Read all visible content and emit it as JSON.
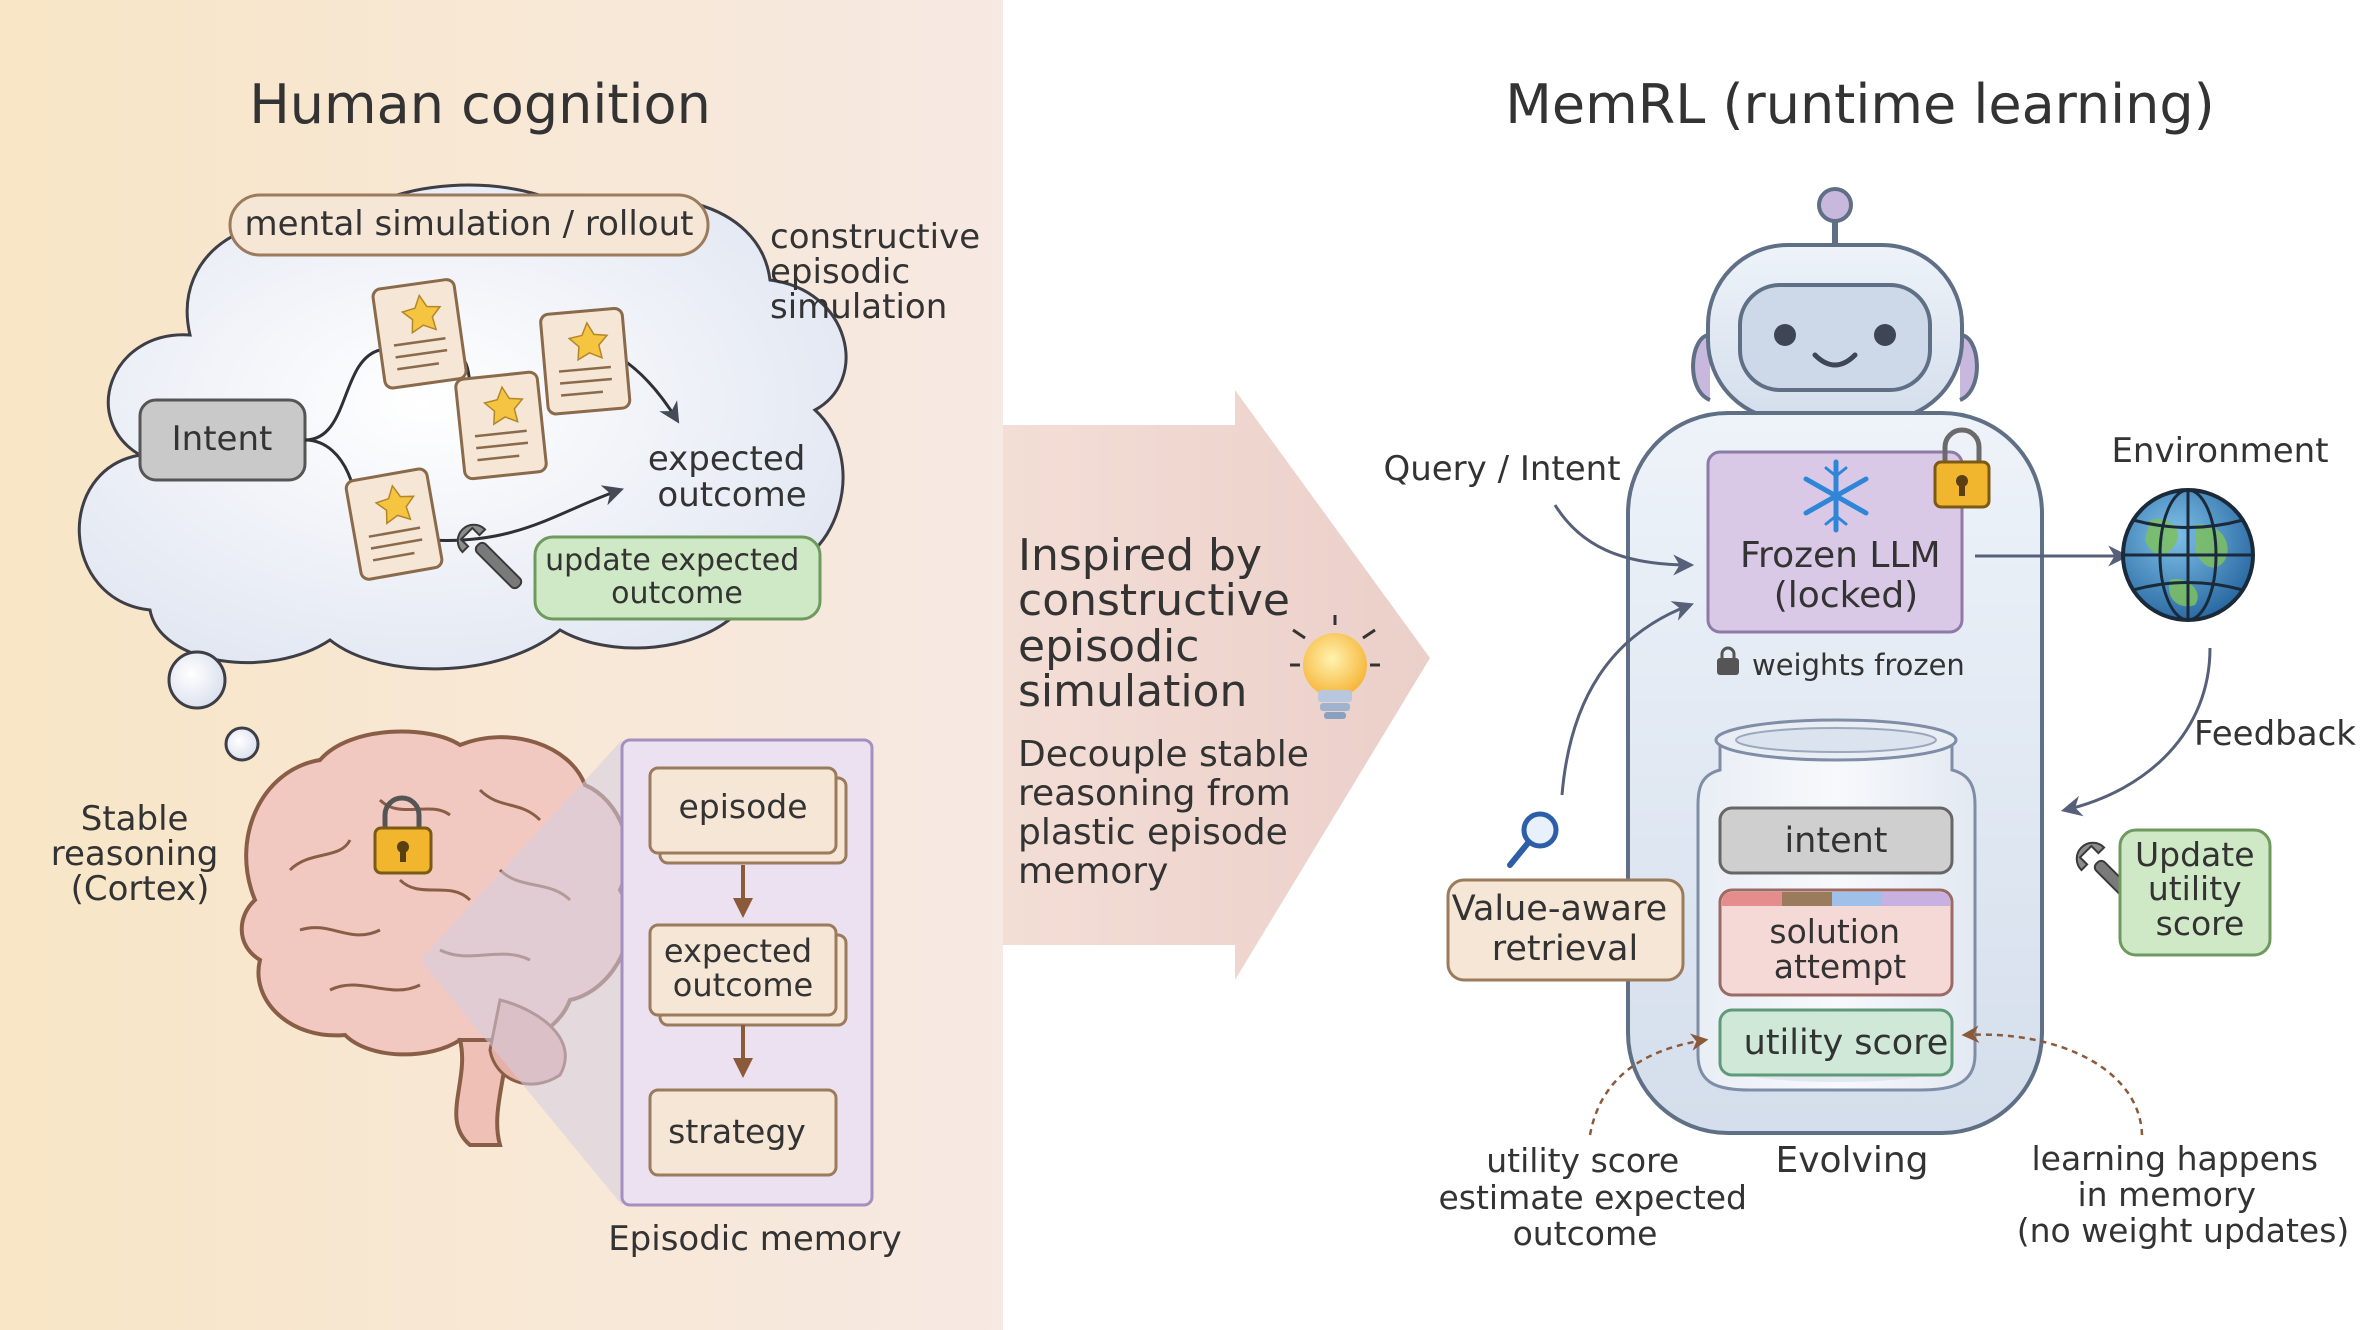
{
  "left_panel": {
    "title": "Human cognition",
    "thought_cloud": {
      "header_pill": "mental simulation / rollout",
      "side_note": [
        "constructive",
        "episodic",
        "simulation"
      ],
      "intent_box": "Intent",
      "outcome_label": [
        "expected",
        "outcome"
      ],
      "update_pill": [
        "update expected",
        "outcome"
      ]
    },
    "brain_label": [
      "Stable",
      "reasoning",
      "(Cortex)"
    ],
    "episodic_memory": {
      "caption": "Episodic memory",
      "cards": [
        [
          "episode"
        ],
        [
          "expected",
          "outcome"
        ],
        [
          "strategy"
        ]
      ]
    }
  },
  "middle": {
    "heading": [
      "Inspired by",
      "constructive",
      "episodic",
      "simulation"
    ],
    "subtext": [
      "Decouple stable",
      "reasoning from",
      "plastic episode",
      "memory"
    ]
  },
  "right_panel": {
    "title": "MemRL (runtime learning)",
    "query_label": "Query / Intent",
    "llm_box": [
      "Frozen LLM",
      "(locked)"
    ],
    "weights_note": "weights frozen",
    "environment_label": "Environment",
    "feedback_label": "Feedback",
    "update_pill": [
      "Update",
      "utility",
      "score"
    ],
    "retrieval_pill": [
      "Value-aware",
      "retrieval"
    ],
    "memory_jar": {
      "slots": [
        "intent",
        [
          "solution",
          "attempt"
        ],
        "utility score"
      ]
    },
    "evolving_label": "Evolving",
    "note_left": [
      "utility score",
      "estimate expected",
      "outcome"
    ],
    "note_right": [
      "learning happens",
      "in memory",
      "(no weight updates)"
    ]
  },
  "colors": {
    "left_bg_start": "#f7e6c8",
    "left_bg_end": "#f6e8e2",
    "arrow_fill": "#ecd2cb",
    "card_fill": "#f5e6d6",
    "card_stroke": "#9a7b5c",
    "green_fill": "#cfe8c5",
    "green_stroke": "#6f9a5f",
    "llm_fill": "#d9c9e6",
    "llm_stroke": "#8d7aa6",
    "robot_fill": "#e3ebf5",
    "robot_stroke": "#5f6f86",
    "grey_fill": "#cfcfcf",
    "pink_fill": "#f5d9d6",
    "text": "#333333"
  },
  "icons": [
    "star-icon",
    "wrench-icon",
    "padlock-icon",
    "snowflake-icon",
    "globe-icon",
    "magnifier-icon",
    "lightbulb-icon",
    "brain-icon",
    "robot-icon"
  ]
}
